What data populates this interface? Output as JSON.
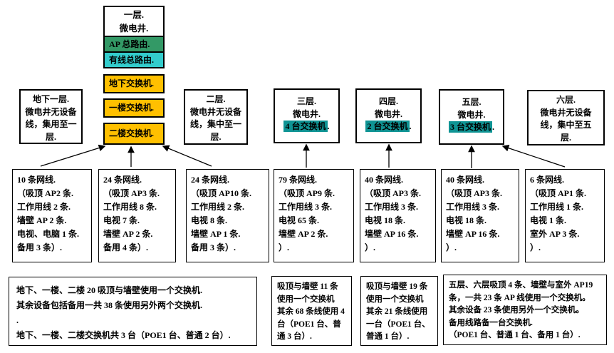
{
  "colors": {
    "ap_green": "#339966",
    "wired_cyan": "#33cccc",
    "switch_yellow": "#ffc000",
    "highlight_teal": "#0f9494",
    "line_black": "#000000"
  },
  "stack": {
    "title_lines": [
      "一层.",
      "微电井."
    ],
    "cells": [
      {
        "label": "AP 总路由."
      },
      {
        "label": "有线总路由."
      },
      {
        "label": "地下交换机."
      },
      {
        "label": "一楼交换机."
      },
      {
        "label": "二楼交换机."
      }
    ]
  },
  "floors": {
    "basement": {
      "lines": [
        "地下一层.",
        "微电井无设备",
        "线，集用至一",
        "层."
      ]
    },
    "floor2": {
      "lines": [
        "二层.",
        "微电井无设备",
        "线，集中至一",
        "层."
      ]
    },
    "floor3": {
      "line1": "三层.",
      "line2": "微电井.",
      "switch_text": "4 台交换机",
      "mark": "."
    },
    "floor4": {
      "line1": "四层.",
      "line2": "微电井.",
      "switch_text": "2 台交换机",
      "mark": "."
    },
    "floor5": {
      "line1": "五层.",
      "line2": "微电井.",
      "switch_text": "3 台交换机",
      "mark": "."
    },
    "floor6": {
      "lines": [
        "六层.",
        "微电井无设备",
        "线，集中至五",
        "层."
      ]
    }
  },
  "cable_boxes": [
    {
      "lines": [
        "10 条网线.",
        "（吸顶 AP2 条.",
        "工作用线 2 条.",
        "墙壁 AP 2 条.",
        "电视、电脑 1 条.",
        "备用 3 条）."
      ]
    },
    {
      "lines": [
        "24 条网线.",
        "（吸顶 AP3 条.",
        "工作用线 8 条.",
        "电视 7 条.",
        "墙壁 AP 2 条.",
        "备用 4 条）."
      ]
    },
    {
      "lines": [
        "24 条网线.",
        "（吸顶 AP10 条.",
        "工作用线 2 条.",
        "电视 8 条.",
        "墙壁 AP 1 条.",
        "备用 3 条）."
      ]
    },
    {
      "lines": [
        "79 条网线.",
        "（吸顶 AP9 条.",
        "工作用线 3 条.",
        "电视 65 条.",
        "墙壁 AP 2 条.",
        "）."
      ]
    },
    {
      "lines": [
        "40 条网线.",
        "（吸顶 AP3 条.",
        "工作用线 3 条.",
        "电视 18 条.",
        "墙壁 AP 16 条.",
        "）."
      ]
    },
    {
      "lines": [
        "40 条网线.",
        "（吸顶 AP3 条.",
        "工作用线 3 条.",
        "电视 18 条.",
        "墙壁 AP 16 条.",
        "）."
      ]
    },
    {
      "lines": [
        "6 条网线.",
        "（吸顶 AP1 条.",
        "工作用线 1 条.",
        "电视 1 条.",
        "室外 AP 3 条.",
        "）."
      ]
    }
  ],
  "summary_boxes": [
    {
      "lines": [
        "地下、一楼、二楼 20 吸顶与墙壁使用一个交换机.",
        "其余设备包括备用一共 38 条使用另外两个交换机.",
        ".",
        "地下、一楼、二楼交换机共 3 台（POE1 台、普通 2 台）."
      ]
    },
    {
      "lines": [
        "吸顶与墙壁 11 条",
        "使用一个交换机",
        "其余 68 条线使用 4",
        "台（POE1 台、普",
        "通 3 台）."
      ]
    },
    {
      "lines": [
        "吸顶与墙壁 19 条",
        "使用一个交换机",
        "其余 21 条线使用",
        "一台（POE1 台、",
        "普通 1 台）."
      ]
    },
    {
      "lines": [
        "五层、六层吸顶 4 条、墙壁与室外 AP19",
        "条，一共 23 条 AP 线使用一个交换机。",
        "其余设备 23 条使用另外一个交换机。",
        "备用线路备一台交换机.",
        "（POE1 台、普通 1 台、备用 1 台）."
      ]
    }
  ]
}
